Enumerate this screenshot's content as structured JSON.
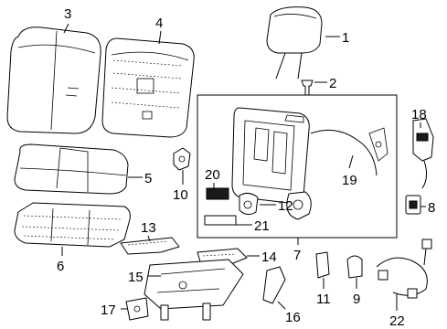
{
  "diagram": {
    "callouts": [
      "1",
      "2",
      "3",
      "4",
      "5",
      "6",
      "7",
      "8",
      "9",
      "10",
      "11",
      "12",
      "13",
      "14",
      "15",
      "16",
      "17",
      "18",
      "19",
      "20",
      "21",
      "22"
    ]
  }
}
